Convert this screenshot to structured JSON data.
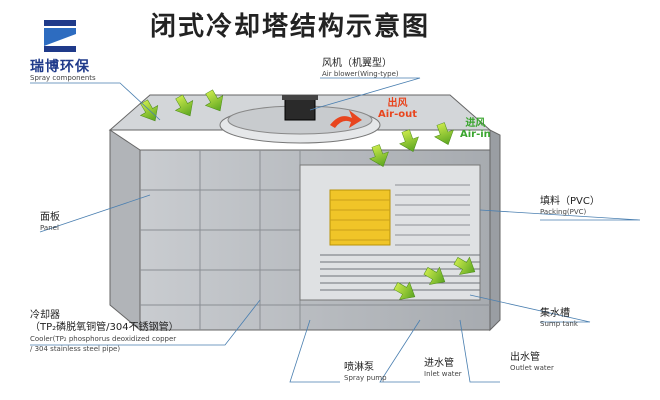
{
  "title": "闭式冷却塔结构示意图",
  "brand": {
    "name": "瑞博环保"
  },
  "labels": {
    "spray_components": {
      "en": "Spray components"
    },
    "fan": {
      "cn": "风机（机翼型）",
      "en": "Air blower(Wing-type)"
    },
    "air_out": {
      "cn": "出风",
      "en": "Air-out"
    },
    "air_in": {
      "cn": "进风",
      "en": "Air-in"
    },
    "panel": {
      "cn": "面板",
      "en": "Panel"
    },
    "packing": {
      "cn": "填料（PVC）",
      "en": "Packing(PVC)"
    },
    "cooler": {
      "cn": "冷却器",
      "cn2": "（TP₂磷脱氧铜管/304不锈钢管）",
      "en": "Cooler(TP₂ phosphorus deoxidized copper",
      "en2": "/ 304 stainless steel pipe)"
    },
    "sump": {
      "cn": "集水槽",
      "en": "Sump tank"
    },
    "spray_pump": {
      "cn": "喷淋泵",
      "en": "Spray pump"
    },
    "inlet": {
      "cn": "进水管",
      "en": "Inlet water"
    },
    "outlet": {
      "cn": "出水管",
      "en": "Outlet water"
    }
  },
  "colors": {
    "air_out": "#e8451e",
    "air_in": "#3aa52e",
    "brand": "#1f3a8a",
    "leader": "#4a7fb0",
    "panel": "#b9bcc0"
  }
}
